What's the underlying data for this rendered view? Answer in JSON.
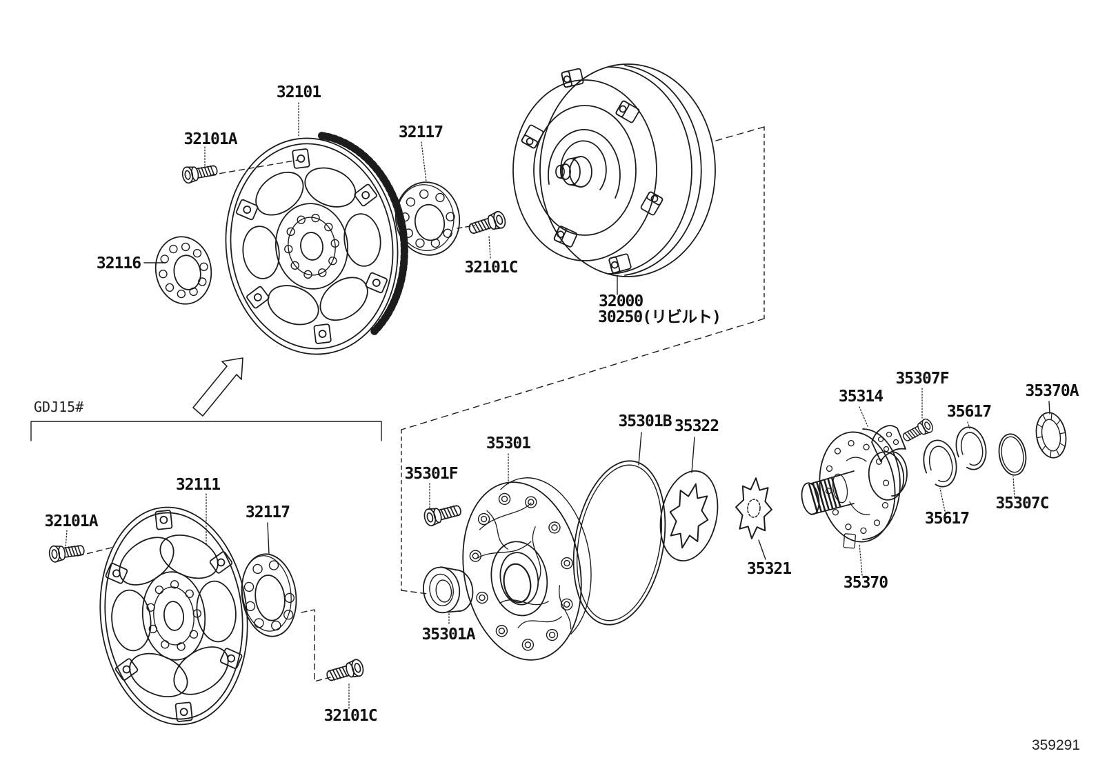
{
  "page": {
    "background_color": "#ffffff",
    "line_color": "#1c1c1c",
    "footer_number": "359291",
    "variant_note": "GDJ15#"
  },
  "labels": {
    "p32101": "32101",
    "p32101a_top": "32101A",
    "p32117_top": "32117",
    "p32101c_top": "32101C",
    "p32116": "32116",
    "p32000": "32000",
    "p30250": "30250(リビルト)",
    "p32111": "32111",
    "p32101a_bottom": "32101A",
    "p32117_bottom": "32117",
    "p32101c_bottom": "32101C",
    "p35301f": "35301F",
    "p35301": "35301",
    "p35301a": "35301A",
    "p35301b": "35301B",
    "p35322": "35322",
    "p35321": "35321",
    "p35370": "35370",
    "p35314": "35314",
    "p35307f": "35307F",
    "p35617_upper": "35617",
    "p35370a": "35370A",
    "p35617_lower": "35617",
    "p35307c": "35307C"
  }
}
